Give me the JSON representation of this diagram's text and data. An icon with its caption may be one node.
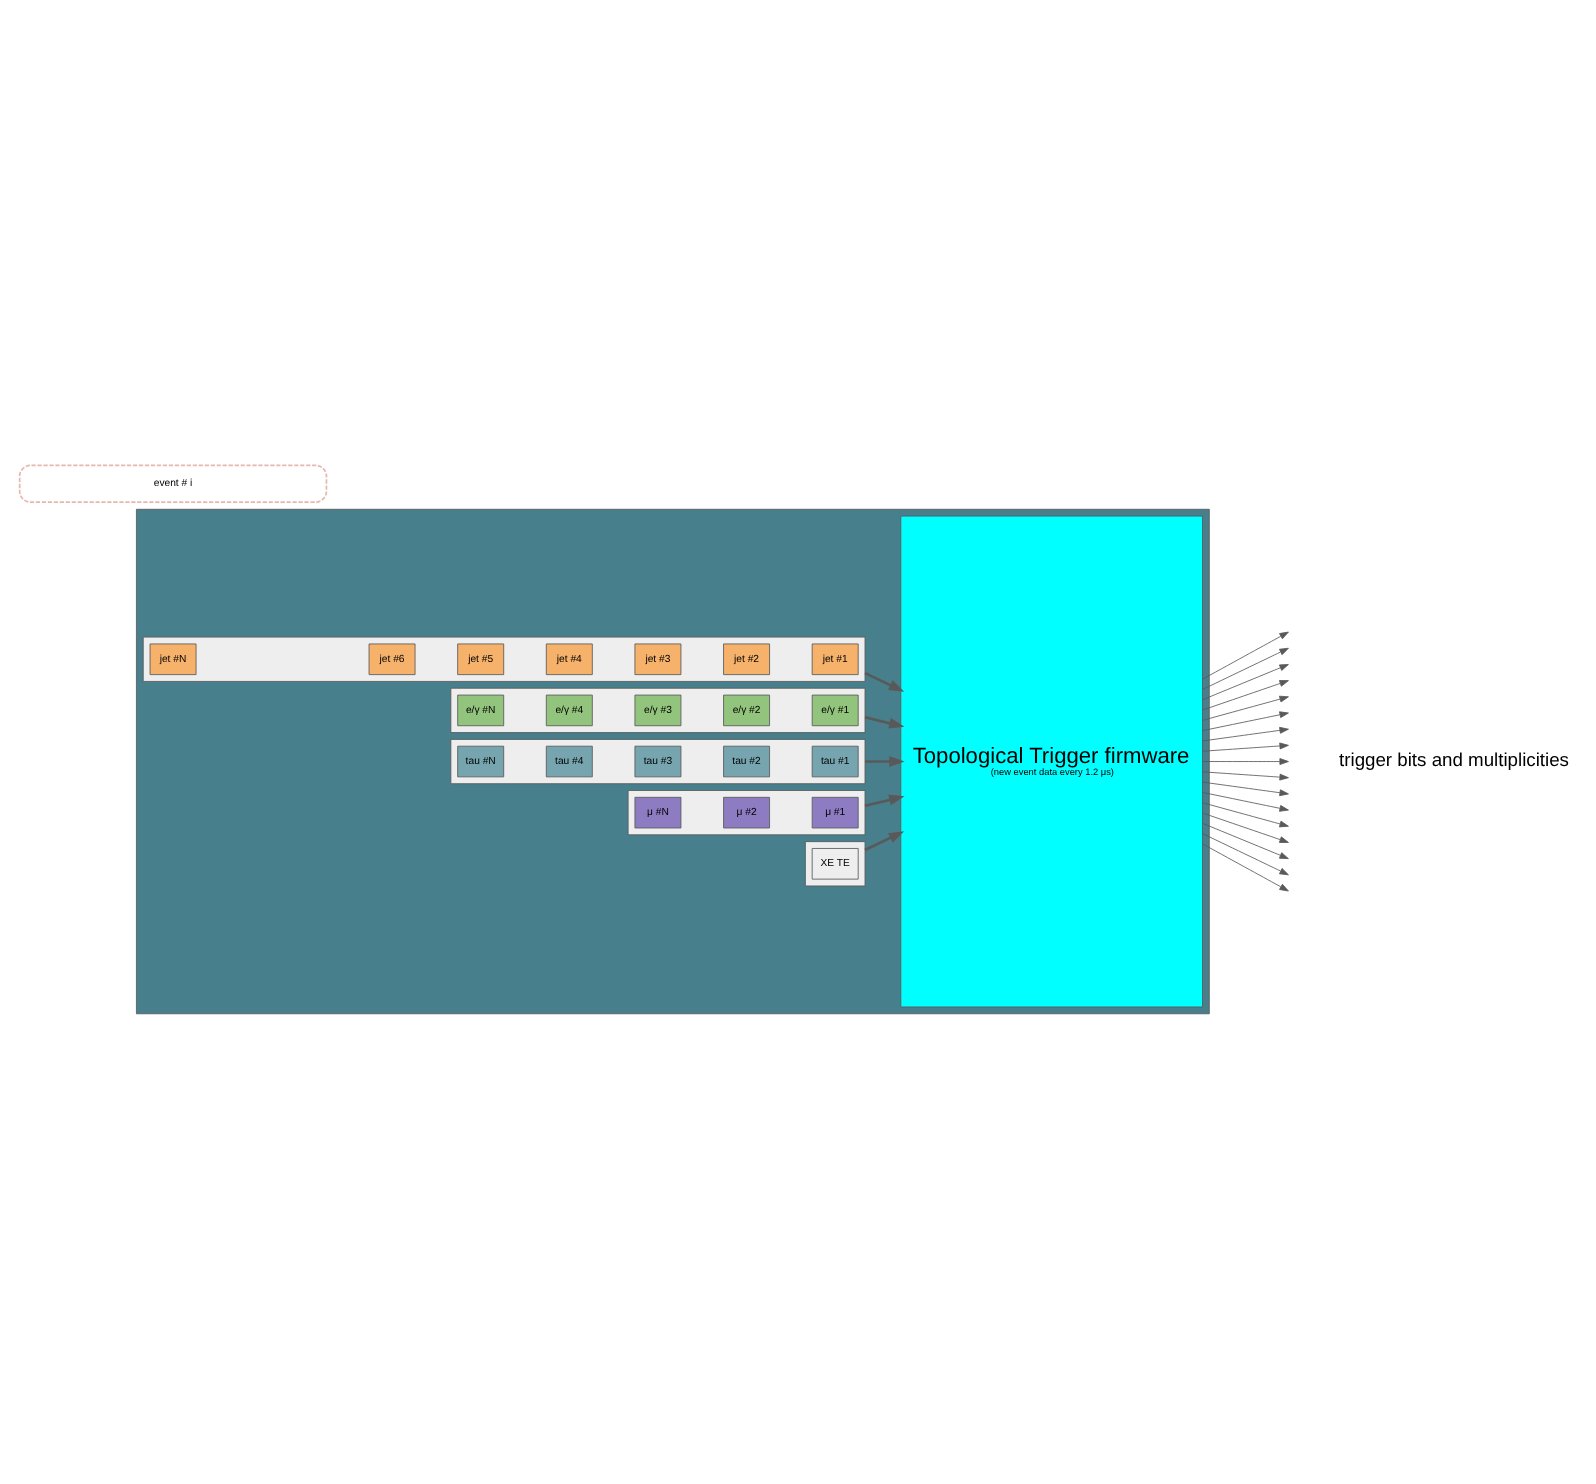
{
  "diagram": {
    "nodes": [
      {
        "text": [],
        "shape": "box"
      },
      {
        "text": [
          "event # i"
        ]
      },
      {
        "text": [],
        "shape": "arrow",
        "in": 0
      },
      {
        "text": [
          "jet #N"
        ],
        "in": 2
      },
      {
        "text": [
          "jet #6"
        ],
        "in": 2
      },
      {
        "text": [
          "jet #5"
        ],
        "in": 2
      },
      {
        "text": [
          "jet #4"
        ],
        "in": 2
      },
      {
        "text": [
          "jet #3"
        ],
        "in": 2
      },
      {
        "text": [
          "jet #2"
        ],
        "in": 2
      },
      {
        "text": [
          "jet #1"
        ],
        "in": 2
      },
      {
        "text": [],
        "shape": "arrow",
        "in": 0
      },
      {
        "text": [
          "e/γ #N"
        ],
        "in": 10
      },
      {
        "text": [
          "e/γ #4"
        ],
        "in": 10
      },
      {
        "text": [
          "e/γ #3"
        ],
        "in": 10
      },
      {
        "text": [
          "e/γ #2"
        ],
        "in": 10
      },
      {
        "text": [
          "e/γ #1"
        ],
        "in": 10
      },
      {
        "text": [],
        "shape": "arrow",
        "in": 0
      },
      {
        "text": [
          "tau #N"
        ],
        "in": 16
      },
      {
        "text": [
          "tau #4"
        ],
        "in": 16
      },
      {
        "text": [
          "tau #3"
        ],
        "in": 16
      },
      {
        "text": [
          "tau #2"
        ],
        "in": 16
      },
      {
        "text": [
          "tau #1"
        ],
        "in": 16
      },
      {
        "text": [],
        "shape": "arrow",
        "in": 0
      },
      {
        "text": [
          "μ #N"
        ],
        "in": 22
      },
      {
        "text": [
          "μ #2"
        ],
        "in": 22
      },
      {
        "text": [
          "μ #1"
        ],
        "in": 22
      },
      {
        "text": [],
        "shape": "arrow",
        "in": 0
      },
      {
        "text": [
          "XE TE"
        ],
        "in": 26
      },
      {
        "text": [
          "Topological Trigger firmware",
          "(new event data every 1.2 μs)"
        ],
        "in": 0
      }
    ],
    "edges": [
      {
        "from": 2,
        "to": 28,
        "arrow": "to"
      },
      {
        "from": 10,
        "to": 28,
        "arrow": "to"
      },
      {
        "from": 16,
        "to": 28,
        "arrow": "to"
      },
      {
        "from": 22,
        "to": 28,
        "arrow": "to"
      },
      {
        "from": 26,
        "to": 28,
        "arrow": "to"
      },
      {
        "from": 28,
        "to": null,
        "arrow": "to"
      },
      {
        "from": 28,
        "to": null,
        "arrow": "to"
      },
      {
        "from": 28,
        "to": null,
        "arrow": "to"
      },
      {
        "from": 28,
        "to": null,
        "arrow": "to"
      },
      {
        "from": 28,
        "to": null,
        "arrow": "to"
      },
      {
        "from": 28,
        "to": null,
        "arrow": "to"
      },
      {
        "from": 28,
        "to": null,
        "arrow": "to"
      },
      {
        "from": 28,
        "to": null,
        "arrow": "to"
      },
      {
        "from": 28,
        "to": null,
        "arrow": "to"
      },
      {
        "from": 28,
        "to": null,
        "arrow": "to"
      },
      {
        "from": 28,
        "to": null,
        "arrow": "to"
      },
      {
        "from": 28,
        "to": null,
        "arrow": "to"
      },
      {
        "from": 28,
        "to": null,
        "arrow": "to"
      },
      {
        "from": 28,
        "to": null,
        "arrow": "to"
      },
      {
        "from": 28,
        "to": null,
        "arrow": "to"
      },
      {
        "from": 28,
        "to": null,
        "arrow": "to"
      },
      {
        "from": 28,
        "to": null,
        "arrow": "to"
      }
    ],
    "labels": [
      "trigger bits and multiplicities"
    ]
  }
}
